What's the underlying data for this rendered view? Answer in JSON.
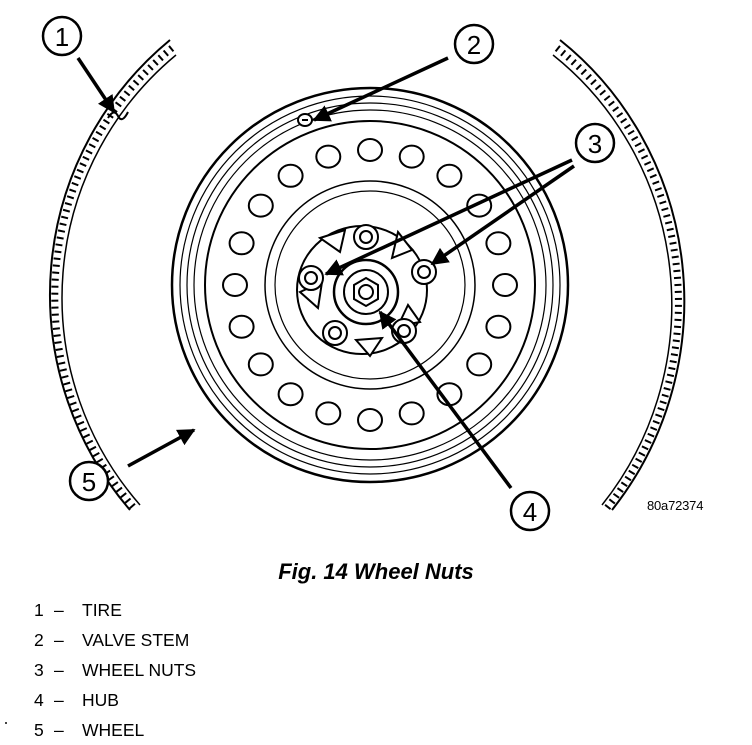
{
  "figure": {
    "caption": "Fig. 14 Wheel Nuts",
    "drawing_code": "80a72374",
    "callouts": [
      "1",
      "2",
      "3",
      "4",
      "5"
    ]
  },
  "legend": [
    {
      "number": "1",
      "dash": "–",
      "label": "TIRE"
    },
    {
      "number": "2",
      "dash": "–",
      "label": "VALVE STEM"
    },
    {
      "number": "3",
      "dash": "–",
      "label": "WHEEL NUTS"
    },
    {
      "number": "4",
      "dash": "–",
      "label": "HUB"
    },
    {
      "number": "5",
      "dash": "–",
      "label": "WHEEL"
    }
  ]
}
